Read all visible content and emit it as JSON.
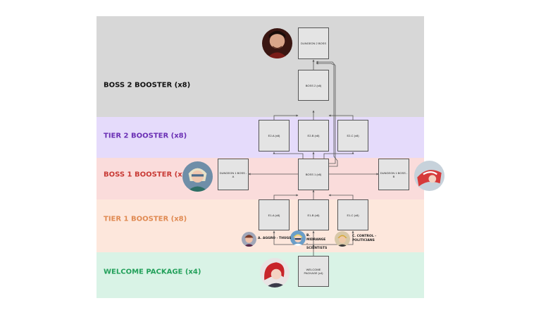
{
  "bands": [
    {
      "label": "BOSS 2 BOOSTER (x8)",
      "bg": "#d7d7d7",
      "color": "#111111"
    },
    {
      "label": "TIER 2 BOOSTER (x8)",
      "bg": "#e5dbfb",
      "color": "#6a2fb4"
    },
    {
      "label": "BOSS 1 BOOSTER (x8)",
      "bg": "#fadcdb",
      "color": "#c83a35"
    },
    {
      "label": "TIER 1 BOOSTER (x8)",
      "bg": "#fde7dc",
      "color": "#e08a52"
    },
    {
      "label": "WELCOME PACKAGE (x4)",
      "bg": "#d9f3e6",
      "color": "#22a05a"
    }
  ],
  "boxes": {
    "dungeon2_boss": "DUNGEON 2 BOSS",
    "boss2": "BOSS 2 (x8)",
    "e2a": "E2-A (x8)",
    "e2b": "E2-B (x8)",
    "e2c": "E2-C (x8)",
    "dungeon1_boss_a": "DUNGEON 1 BOSS - A",
    "boss1": "BOSS 1 (x8)",
    "dungeon1_boss_b": "DUNGEON 1 BOSS - B",
    "e1a": "E1-A (x8)",
    "e1b": "E1-B (x8)",
    "e1c": "E1-C (x8)",
    "welcome_package": "WELCOME PACKAGE (x4)"
  },
  "choices": {
    "a": "A. AGGRO - THUGS",
    "b": "B. MIDRANGE - SCIENTISTS",
    "c": "C. CONTROL - POLITICIANS"
  },
  "colors": {
    "line": "#555555",
    "box_fill": "#e4e4e4"
  }
}
